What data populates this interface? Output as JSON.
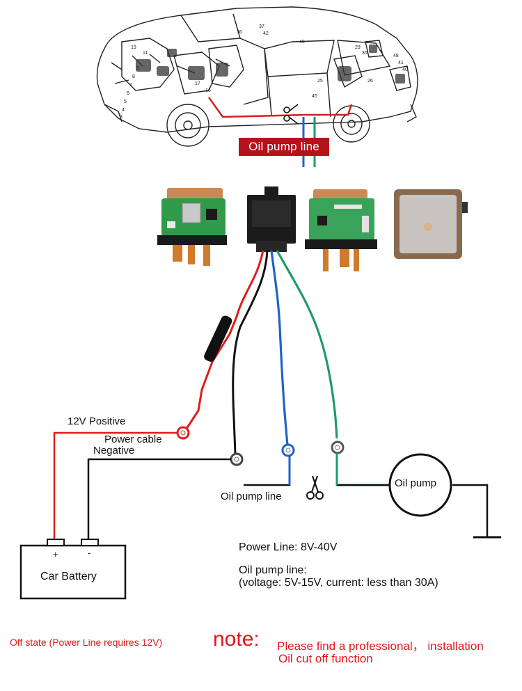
{
  "banner": {
    "oil_pump_line": "Oil pump line"
  },
  "car_callouts": [
    "37",
    "42",
    "36",
    "19",
    "11",
    "9",
    "8",
    "7",
    "6",
    "5",
    "4",
    "3",
    "46",
    "29",
    "48",
    "45",
    "25",
    "26",
    "41",
    "40",
    "16",
    "17",
    "30"
  ],
  "wiring": {
    "positive_label": "12V Positive",
    "power_cable_label": "Power cable",
    "negative_label": "Negative",
    "oil_pump_line_label": "Oil pump line",
    "oil_pump_component": "Oil pump"
  },
  "battery": {
    "name": "Car Battery",
    "plus": "+",
    "minus": "-"
  },
  "specs": {
    "power_line": "Power Line: 8V-40V",
    "oil_pump_line_title": "Oil pump line:",
    "oil_pump_line_detail": "(voltage: 5V-15V, current: less than 30A)"
  },
  "footer": {
    "off_state": "Off state (Power Line requires 12V)",
    "note_word": "note:",
    "note_line1": "Please find a professional， installation",
    "note_line2": "Oil cut off function"
  },
  "colors": {
    "red_wire": "#e01b1b",
    "blue_wire": "#1f63c9",
    "green_wire": "#1f9a6a",
    "black_wire": "#111111",
    "banner_bg": "#b5121b",
    "note_red": "#e2161d",
    "pcb_green": "#2f9a4a",
    "relay_copper": "#d07a2a"
  }
}
